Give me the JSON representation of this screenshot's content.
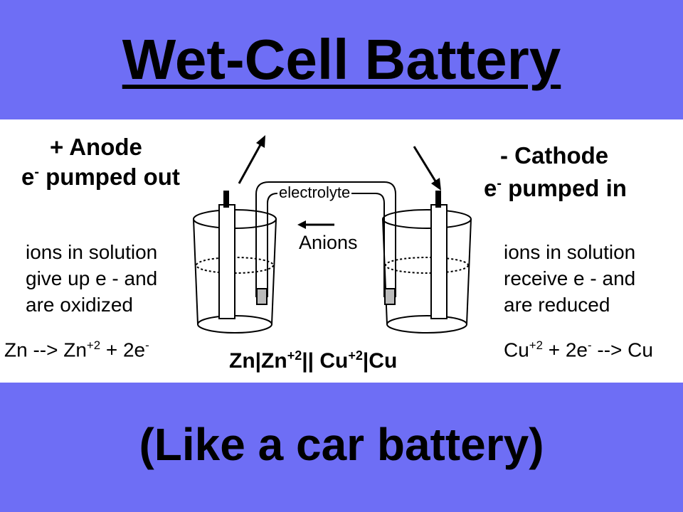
{
  "title": "Wet-Cell Battery",
  "caption": "(Like a car battery)",
  "colors": {
    "background": "#6e6ef5",
    "panel": "#ffffff",
    "ink": "#000000"
  },
  "diagram": {
    "anode": {
      "heading": "+ Anode",
      "electron_line": "pumped out",
      "electron_symbol": "e",
      "electron_charge": "-",
      "description": [
        "ions in solution",
        "give up e - and",
        "are oxidized"
      ],
      "reaction": {
        "left": "Zn --> Zn",
        "ion_charge": "+2",
        "right": " + 2e",
        "e_charge": "-"
      }
    },
    "cathode": {
      "heading": "- Cathode",
      "electron_line": "pumped in",
      "electron_symbol": "e",
      "electron_charge": "-",
      "description": [
        "ions in solution",
        "receive e - and",
        "are reduced"
      ],
      "reaction": {
        "left": "Cu",
        "ion_charge": "+2",
        "middle": " + 2e",
        "e_charge": "-",
        "right": " --> Cu"
      }
    },
    "bridge_label": "electrolyte",
    "anions_label": "Anions",
    "cell_notation": {
      "a": "Zn|Zn",
      "a_charge": "+2",
      "b": "|| Cu",
      "b_charge": "+2",
      "c": "|Cu"
    }
  }
}
